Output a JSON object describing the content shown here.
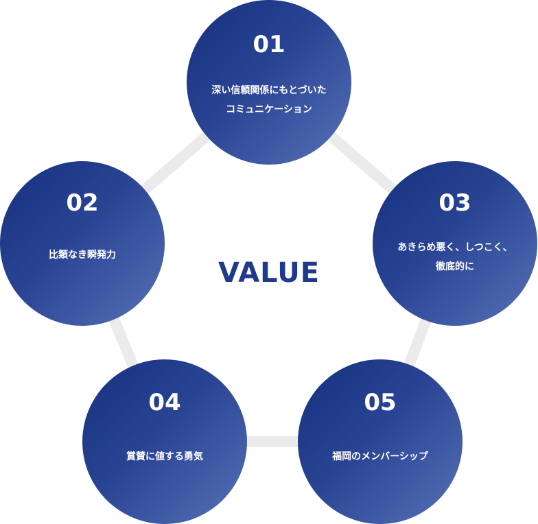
{
  "center": {
    "title": "VALUE"
  },
  "colors": {
    "circle_dark": "#15307f",
    "circle_light": "#5672b6",
    "title": "#1f3a8a",
    "connector": "#ebebeb"
  },
  "values": [
    {
      "number": "01",
      "text": "深い信頼関係にもとづいた\nコミュニケーション"
    },
    {
      "number": "02",
      "text": "比類なき瞬発力"
    },
    {
      "number": "03",
      "text": "あきらめ悪く、しつこく、\n徹底的に"
    },
    {
      "number": "04",
      "text": "賞賛に値する勇気"
    },
    {
      "number": "05",
      "text": "福岡のメンバーシップ"
    }
  ]
}
